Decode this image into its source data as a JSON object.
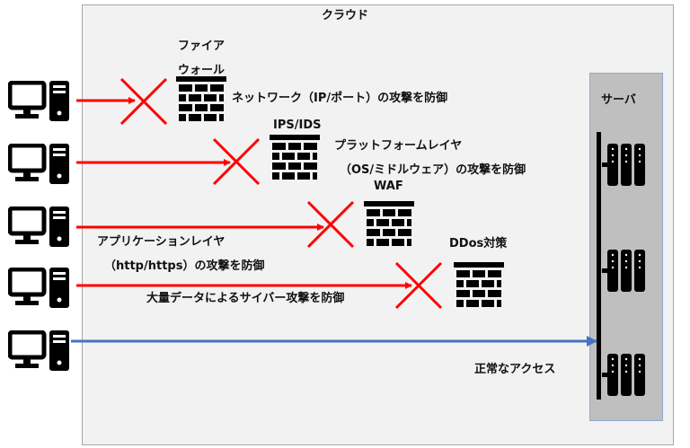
{
  "cloud": {
    "label": "クラウド"
  },
  "server": {
    "label": "サーバ"
  },
  "layers": [
    {
      "name": "ファイアウォール",
      "name_line1": "ファイア",
      "name_line2": "ウォール",
      "description": "ネットワーク（IP/ポート）の攻撃を防御"
    },
    {
      "name": "IPS/IDS",
      "description_line1": "プラットフォームレイヤ",
      "description_line2": "（OS/ミドルウェア）の攻撃を防御"
    },
    {
      "name": "WAF",
      "description_line1": "アプリケーションレイヤ",
      "description_line2": "（http/https）の攻撃を防御"
    },
    {
      "name": "DDos対策",
      "description": "大量データによるサイバー攻撃を防御"
    }
  ],
  "normal_access": {
    "label": "正常なアクセス"
  },
  "colors": {
    "blocked_arrow": "#ff0000",
    "normal_arrow": "#4472c4",
    "cloud_bg": "#f2f2f2",
    "server_bg": "#bfbfbf"
  }
}
